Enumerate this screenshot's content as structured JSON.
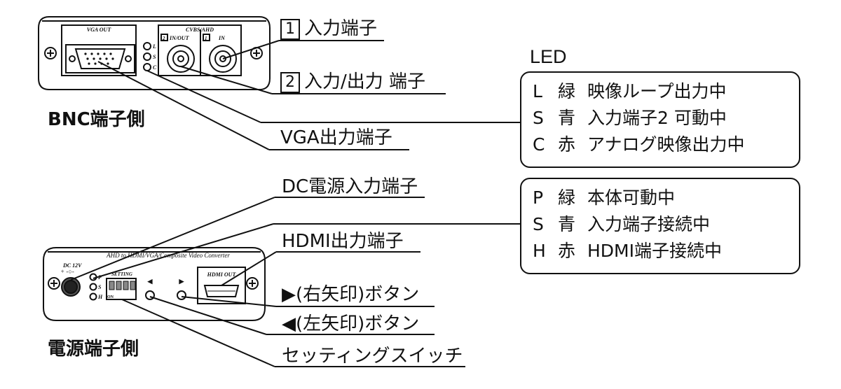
{
  "bnc_side": {
    "title": "BNC端子側",
    "panel_labels": {
      "vga_out": "VGA OUT",
      "cvbs_ahd": "CVBS/AHD",
      "in_out": "IN/OUT",
      "in": "IN",
      "led_l": "L",
      "led_s": "S",
      "led_c": "C",
      "num1": "1",
      "num2": "2"
    },
    "callouts": {
      "input": {
        "num": "1",
        "text": "入力端子"
      },
      "inout": {
        "num": "2",
        "text": "入力/出力 端子"
      },
      "vga": "VGA出力端子"
    },
    "led_title": "LED",
    "led_rows": [
      {
        "key": "L",
        "color": "緑",
        "desc": "映像ループ出力中"
      },
      {
        "key": "S",
        "color": "青",
        "desc": "入力端子2 可動中"
      },
      {
        "key": "C",
        "color": "赤",
        "desc": "アナログ映像出力中"
      }
    ]
  },
  "power_side": {
    "title": "電源端子側",
    "panel_labels": {
      "header": "AHD to HDMI/VGA/Composite Video Converter",
      "dc": "DC 12V",
      "hdmi_out": "HDMI OUT",
      "setting": "SETTING",
      "led_p": "P",
      "led_s": "S",
      "led_h": "H",
      "on": "ON",
      "left_arrow": "◀",
      "right_arrow": "▶"
    },
    "callouts": {
      "dc": "DC電源入力端子",
      "hdmi": "HDMI出力端子",
      "right": "▶(右矢印)ボタン",
      "left": "◀(左矢印)ボタン",
      "dip": "セッティングスイッチ"
    },
    "led_rows": [
      {
        "key": "P",
        "color": "緑",
        "desc": "本体可動中"
      },
      {
        "key": "S",
        "color": "青",
        "desc": "入力端子接続中"
      },
      {
        "key": "H",
        "color": "赤",
        "desc": "HDMI端子接続中"
      }
    ]
  }
}
